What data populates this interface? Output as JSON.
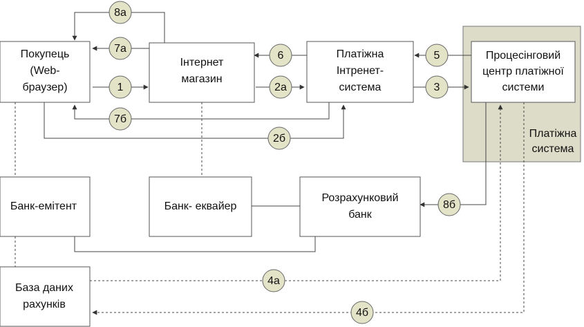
{
  "boxes": {
    "buyer": [
      "Покупець",
      "(Web-",
      "браузер)"
    ],
    "shop": [
      "Інтернет",
      "магазин"
    ],
    "pis": [
      "Платіжна",
      "Інтренет-",
      "система"
    ],
    "center": [
      "Процесінговий",
      "центр платіжної",
      "системи"
    ],
    "payment_system": [
      "Платіжна",
      "система"
    ],
    "issuer": [
      "Банк-емітент"
    ],
    "acquirer": [
      "Банк- еквайер"
    ],
    "settlement": [
      "Розрахунковий",
      "банк"
    ],
    "database": [
      "База даних",
      "рахунків"
    ]
  },
  "steps": {
    "s8a": "8а",
    "s7a": "7а",
    "s1": "1",
    "s7b": "7б",
    "s2b": "2б",
    "s6": "6",
    "s2a": "2а",
    "s5": "5",
    "s3": "3",
    "s8b": "8б",
    "s4a": "4а",
    "s4b": "4б"
  },
  "colors": {
    "payment_system_fill": "#dcdcc8",
    "step_circle_fill": "#e3e3c8"
  }
}
